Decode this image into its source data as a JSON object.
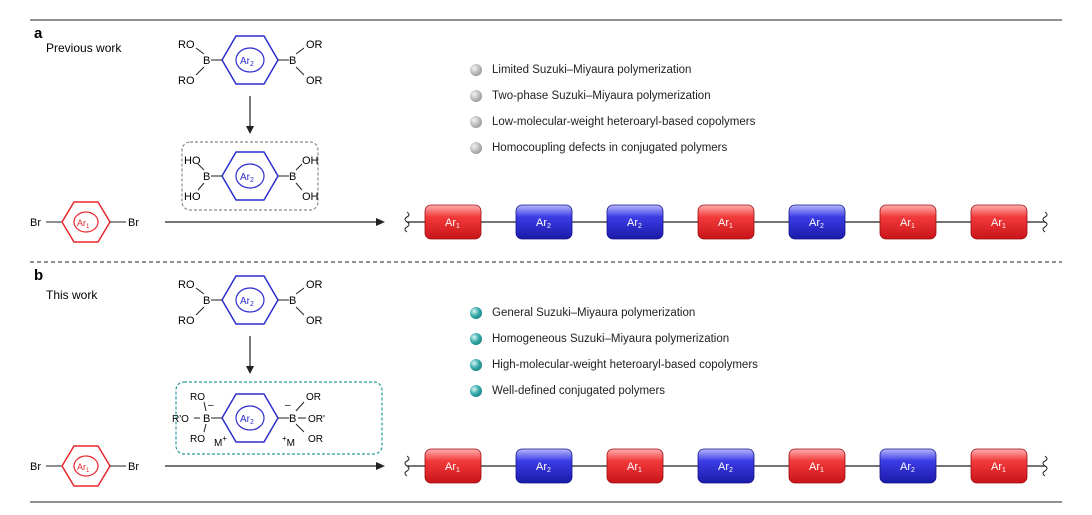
{
  "panel_a": {
    "letter": "a",
    "title": "Previous work",
    "bullets": [
      "Limited Suzuki–Miyaura polymerization",
      "Two-phase Suzuki–Miyaura polymerization",
      "Low-molecular-weight heteroaryl-based copolymers",
      "Homocoupling defects in conjugated polymers"
    ],
    "bullet_color": "grey",
    "chain": [
      "Ar1",
      "Ar2",
      "Ar2",
      "Ar1",
      "Ar2",
      "Ar1",
      "Ar1"
    ]
  },
  "panel_b": {
    "letter": "b",
    "title": "This work",
    "bullets": [
      "General Suzuki–Miyaura polymerization",
      "Homogeneous Suzuki–Miyaura polymerization",
      "High-molecular-weight heteroaryl-based copolymers",
      "Well-defined conjugated polymers"
    ],
    "bullet_color": "teal",
    "chain": [
      "Ar1",
      "Ar2",
      "Ar1",
      "Ar2",
      "Ar1",
      "Ar2",
      "Ar1"
    ]
  },
  "labels": {
    "ar1": "Ar",
    "ar1_sub": "1",
    "ar2": "Ar",
    "ar2_sub": "2",
    "br": "Br",
    "b": "B",
    "ro": "RO",
    "or": "OR",
    "ho": "HO",
    "oh": "OH",
    "r_o": "R'O",
    "o_r": "OR'",
    "minus": "–",
    "m_plus": "M",
    "plus": "+"
  },
  "colors": {
    "ar1_fill": "#e8262b",
    "ar1_light": "#ff8e8e",
    "ar2_fill": "#2e2ed6",
    "ar2_light": "#9a9aff",
    "ring_ar1": "#e8262b",
    "ring_ar2": "#2d2dcc",
    "box_a": "#8a8a8a",
    "box_b": "#2a9a9c"
  }
}
